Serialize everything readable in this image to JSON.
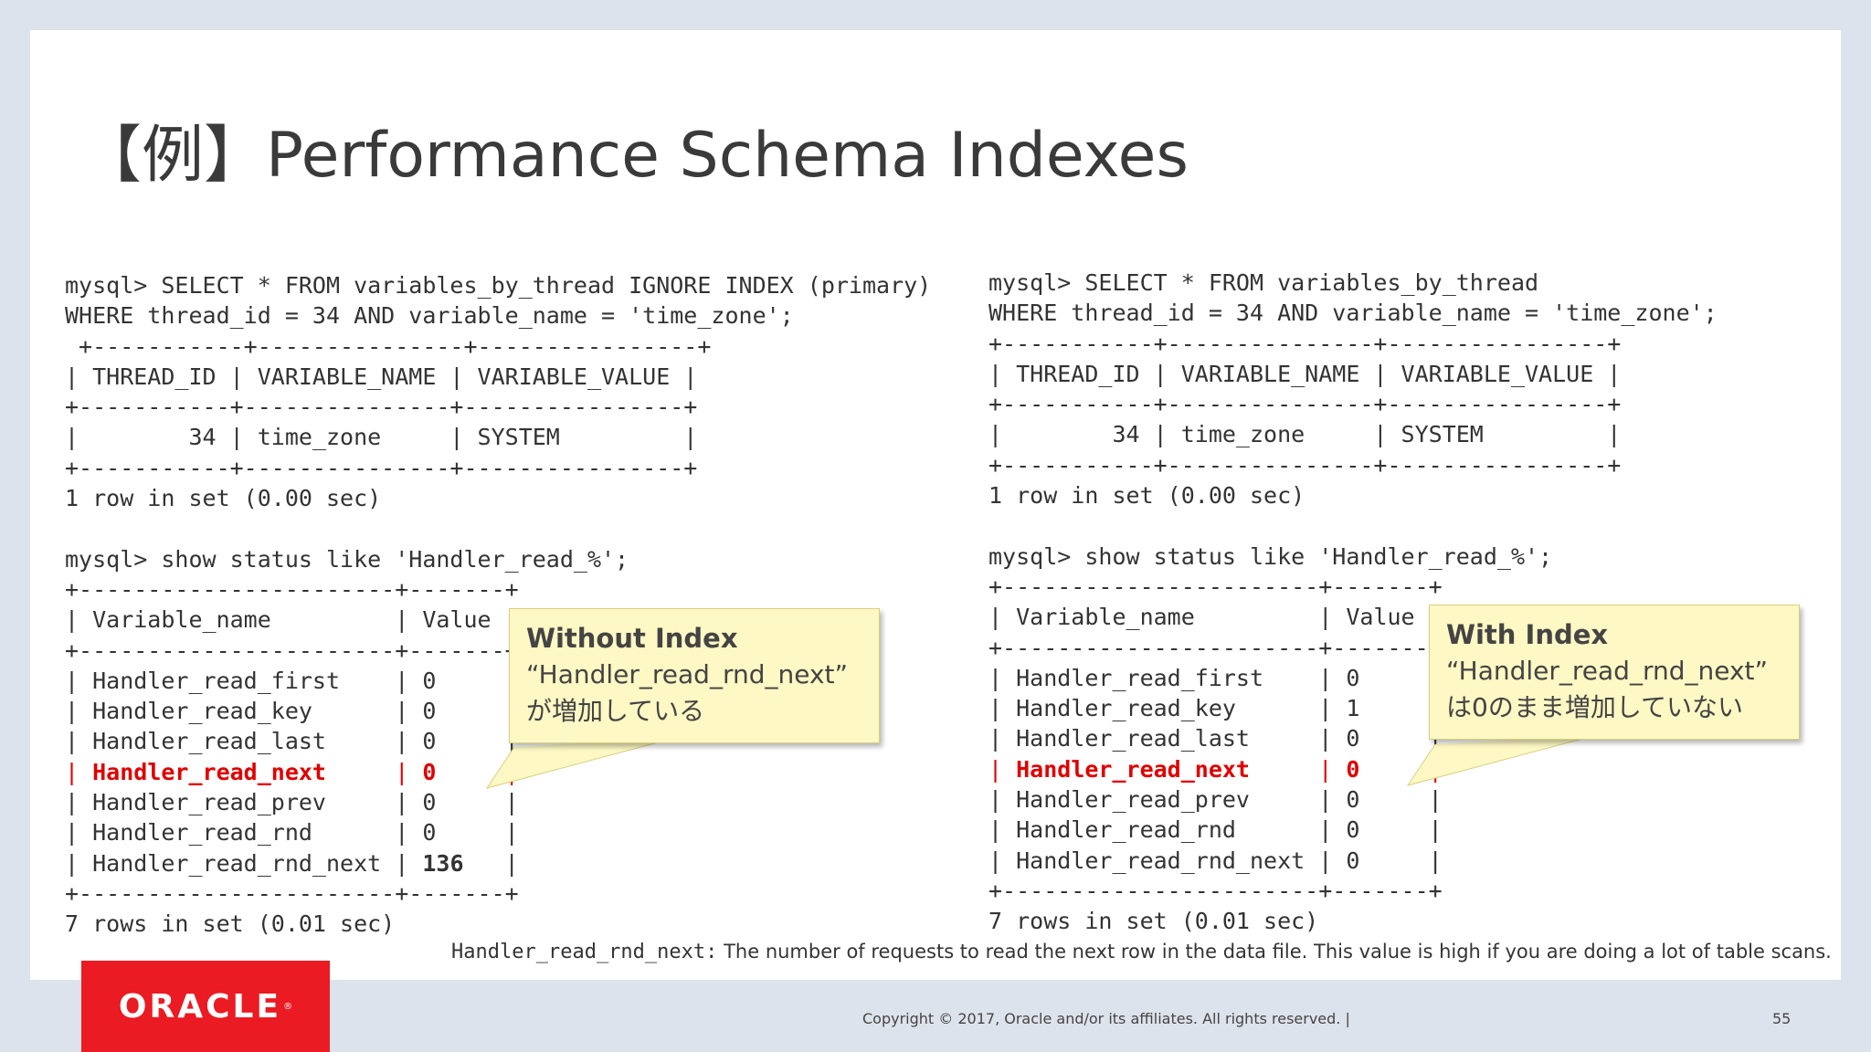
{
  "slide": {
    "title": "【例】Performance Schema Indexes",
    "footnote_code": "Handler_read_rnd_next:",
    "footnote_text": " The number of requests to read the next row in the data file. This value is high if you are doing a lot of table scans.",
    "logo_text": "ORACLE",
    "copyright": "Copyright © 2017, Oracle and/or its affiliates. All rights reserved.  |",
    "page_number": "55",
    "brand_color": "#ea1b22",
    "highlight_color": "#e00000",
    "callout_bg": "#fdf8c4"
  },
  "left_panel": {
    "line_1": "mysql> SELECT * FROM variables_by_thread IGNORE INDEX (primary)",
    "line_2": "WHERE thread_id = 34 AND variable_name = 'time_zone';",
    "line_3": " +-----------+---------------+----------------+",
    "line_4": "| THREAD_ID | VARIABLE_NAME | VARIABLE_VALUE |",
    "line_5": "+-----------+---------------+----------------+",
    "line_6": "|        34 | time_zone     | SYSTEM         |",
    "line_7": "+-----------+---------------+----------------+",
    "line_8": "1 row in set (0.00 sec)",
    "line_9": "",
    "line_10": "mysql> show status like 'Handler_read_%';",
    "line_11": "+-----------------------+-------+",
    "line_12": "| Variable_name         | Value |",
    "line_13": "+-----------------------+-------+",
    "line_14": "| Handler_read_first    | 0     |",
    "line_15": "| Handler_read_key      | 0     |",
    "line_16": "| Handler_read_last     | 0     |",
    "line_17_a": "| ",
    "line_17_b": "Handler_read_next",
    "line_17_c": "     | ",
    "line_17_d": "0",
    "line_17_e": "     |",
    "line_18": "| Handler_read_prev     | 0     |",
    "line_19": "| Handler_read_rnd      | 0     |",
    "line_20_a": "| Handler_read_rnd_next | ",
    "line_20_b": "136",
    "line_20_c": "   |",
    "line_21": "+-----------------------+-------+",
    "line_22": "7 rows in set (0.01 sec)"
  },
  "right_panel": {
    "line_1": "mysql> SELECT * FROM variables_by_thread",
    "line_2": "WHERE thread_id = 34 AND variable_name = 'time_zone';",
    "line_3": "+-----------+---------------+----------------+",
    "line_4": "| THREAD_ID | VARIABLE_NAME | VARIABLE_VALUE |",
    "line_5": "+-----------+---------------+----------------+",
    "line_6": "|        34 | time_zone     | SYSTEM         |",
    "line_7": "+-----------+---------------+----------------+",
    "line_8": "1 row in set (0.00 sec)",
    "line_9": "",
    "line_10": "mysql> show status like 'Handler_read_%';",
    "line_11": "+-----------------------+-------+",
    "line_12": "| Variable_name         | Value |",
    "line_13": "+-----------------------+-------+",
    "line_14": "| Handler_read_first    | 0     |",
    "line_15": "| Handler_read_key      | 1     |",
    "line_16": "| Handler_read_last     | 0     |",
    "line_17_a": "| ",
    "line_17_b": "Handler_read_next",
    "line_17_c": "     | ",
    "line_17_d": "0",
    "line_17_e": "     |",
    "line_18": "| Handler_read_prev     | 0     |",
    "line_19": "| Handler_read_rnd      | 0     |",
    "line_20": "| Handler_read_rnd_next | 0     |",
    "line_21": "+-----------------------+-------+",
    "line_22": "7 rows in set (0.01 sec)"
  },
  "callout_left": {
    "title": "Without Index",
    "line_1": "“Handler_read_rnd_next”",
    "line_2": "が増加している"
  },
  "callout_right": {
    "title": "With Index",
    "line_1": "“Handler_read_rnd_next”",
    "line_2": "は0のまま増加していない"
  }
}
